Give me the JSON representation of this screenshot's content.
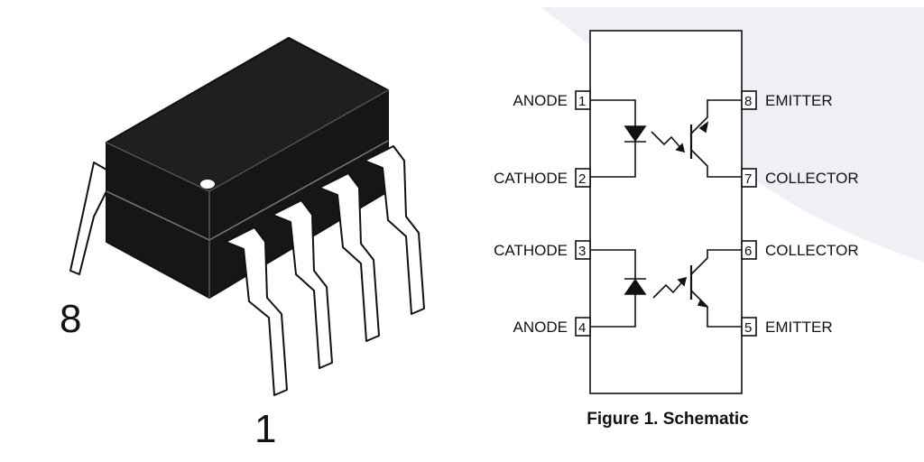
{
  "package": {
    "pin8_label": "8",
    "pin1_label": "1"
  },
  "schematic": {
    "caption": "Figure 1. Schematic",
    "pins": [
      {
        "num": "1",
        "name": "ANODE"
      },
      {
        "num": "2",
        "name": "CATHODE"
      },
      {
        "num": "3",
        "name": "CATHODE"
      },
      {
        "num": "4",
        "name": "ANODE"
      },
      {
        "num": "5",
        "name": "EMITTER"
      },
      {
        "num": "6",
        "name": "COLLECTOR"
      },
      {
        "num": "7",
        "name": "COLLECTOR"
      },
      {
        "num": "8",
        "name": "EMITTER"
      }
    ]
  },
  "colors": {
    "ink": "#111111",
    "body": "#161616",
    "watermark": "#f1eff6"
  }
}
